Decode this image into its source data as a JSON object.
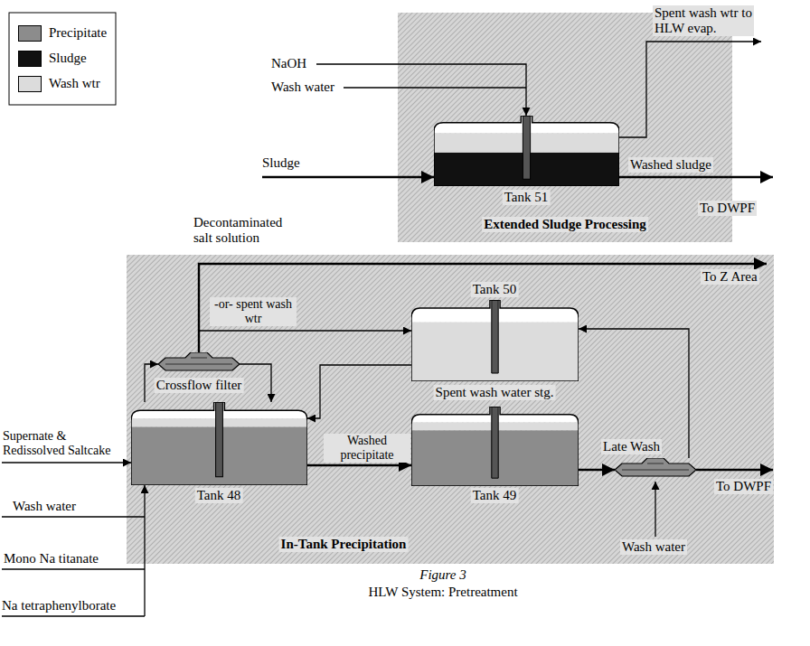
{
  "diagram": {
    "caption": "Figure 3",
    "nodes": [
      {
        "text": [
          "Extended Sludge Processing"
        ]
      },
      {
        "text": [
          "Tank 51"
        ],
        "in": 0
      },
      {
        "text": [
          "In-Tank Precipitation"
        ]
      },
      {
        "text": [
          "Crossflow filter"
        ],
        "in": 2
      },
      {
        "text": [
          "Tank 50",
          "Spent wash water stg."
        ],
        "in": 2
      },
      {
        "text": [
          "Tank 48"
        ],
        "in": 2
      },
      {
        "text": [
          "Tank 49"
        ],
        "in": 2
      },
      {
        "text": [
          "Late Wash"
        ],
        "in": 2
      }
    ],
    "edges": [
      {
        "from": 5,
        "to": 3,
        "arrow": "to"
      },
      {
        "from": 3,
        "to": 5,
        "arrow": "to"
      },
      {
        "from": 3,
        "to": 4,
        "label": "-or- spent wash wtr",
        "arrow": "to"
      },
      {
        "from": 4,
        "to": 5,
        "arrow": "to"
      },
      {
        "from": 5,
        "to": 6,
        "label": "Washed precipitate",
        "arrow": "to"
      },
      {
        "from": 6,
        "to": 7,
        "arrow": "to"
      },
      {
        "from": 7,
        "to": 4,
        "arrow": "to"
      }
    ],
    "labels": [
      "NaOH",
      "Wash water",
      "Sludge",
      "Spent wash wtr to HLW evap.",
      "Washed sludge",
      "To DWPF",
      "Decontaminated salt solution",
      "To Z Area",
      "Supernate & Redissolved Saltcake",
      "Wash water",
      "Mono Na titanate",
      "Na tetraphenylborate",
      "To DWPF",
      "Wash water",
      "HLW System: Pretreatment"
    ],
    "legend": [
      {
        "text": "Precipitate",
        "color": "#8c8c8c"
      },
      {
        "text": "Sludge",
        "color": "#111111"
      },
      {
        "text": "Wash wtr",
        "color": "#dcdcdc"
      }
    ]
  }
}
